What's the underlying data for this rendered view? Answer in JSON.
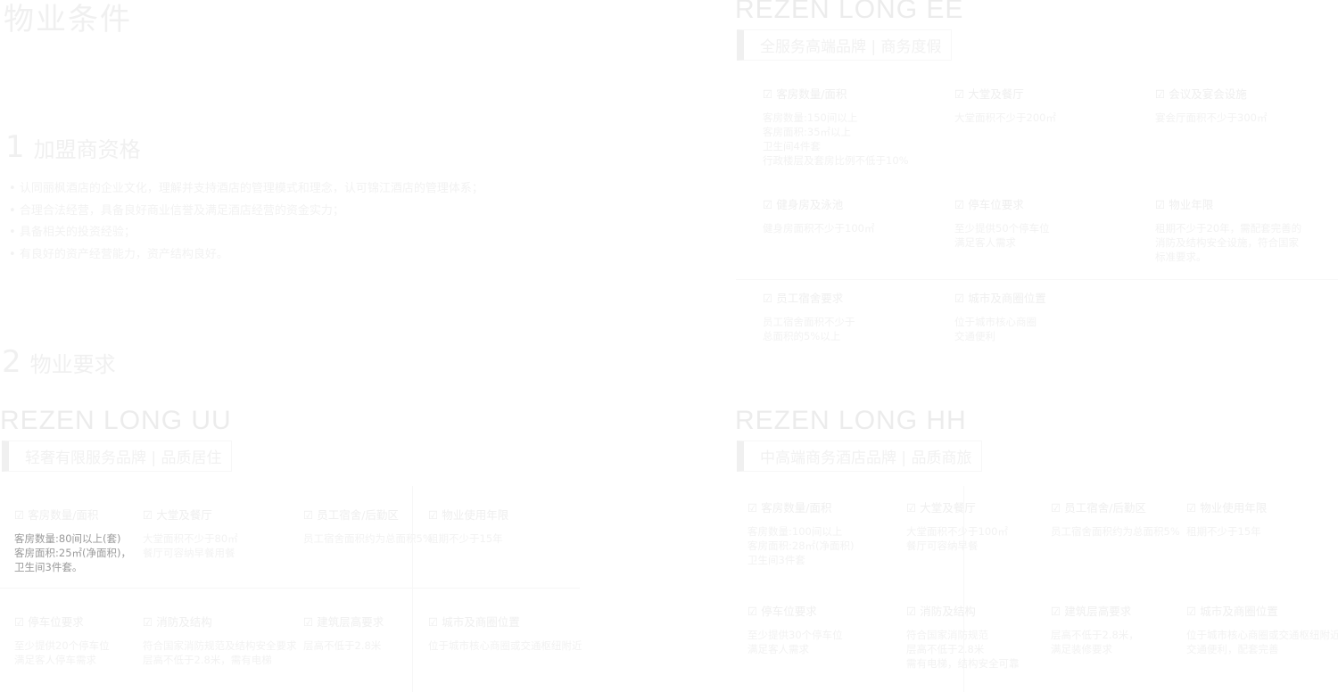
{
  "title": "物业条件",
  "section1": {
    "num": "1",
    "label": "加盟商资格",
    "bullets": [
      "认同丽枫酒店的企业文化，理解并支持酒店的管理模式和理念，认可锦江酒店的管理体系；",
      "合理合法经营，具备良好商业信誉及满足酒店经营的资金实力；",
      "具备相关的投资经验；",
      "有良好的资产经营能力，资产结构良好。"
    ]
  },
  "section2": {
    "num": "2",
    "label": "物业要求"
  },
  "uu": {
    "brand": "REZEN LONG UU",
    "tagline": "轻奢有限服务品牌 | 品质居住",
    "items": [
      {
        "h": "客房数量/面积",
        "d": "客房数量:80间以上(套)\n客房面积:25㎡(净面积)，\n卫生间3件套。"
      },
      {
        "h": "大堂及餐厅",
        "d": "大堂面积不少于80㎡\n餐厅可容纳早餐用餐"
      },
      {
        "h": "员工宿舍/后勤区",
        "d": "员工宿舍面积约为总面积5%"
      },
      {
        "h": "物业使用年限",
        "d": "租期不少于15年"
      },
      {
        "h": "停车位要求",
        "d": "至少提供20个停车位\n满足客人停车需求"
      },
      {
        "h": "消防及结构",
        "d": "符合国家消防规范及结构安全要求\n层高不低于2.8米，需有电梯"
      },
      {
        "h": "建筑层高要求",
        "d": "层高不低于2.8米"
      },
      {
        "h": "城市及商圈位置",
        "d": "位于城市核心商圈或交通枢纽附近"
      }
    ]
  },
  "ee": {
    "brand": "REZEN LONG EE",
    "tagline": "全服务高端品牌 | 商务度假",
    "items": [
      {
        "h": "客房数量/面积",
        "d": "客房数量:150间以上\n客房面积:35㎡以上\n卫生间4件套\n行政楼层及套房比例不低于10%"
      },
      {
        "h": "大堂及餐厅",
        "d": "大堂面积不少于200㎡"
      },
      {
        "h": "会议及宴会设施",
        "d": "宴会厅面积不少于300㎡"
      },
      {
        "h": "健身房及泳池",
        "d": "健身房面积不少于100㎡"
      },
      {
        "h": "停车位要求",
        "d": "至少提供50个停车位\n满足客人需求"
      },
      {
        "h": "物业年限",
        "d": "租期不少于20年，需配套完善的\n消防及结构安全设施，符合国家\n标准要求。"
      },
      {
        "h": "员工宿舍要求",
        "d": "员工宿舍面积不少于\n总面积的5%以上"
      },
      {
        "h": "城市及商圈位置",
        "d": "位于城市核心商圈\n交通便利"
      }
    ]
  },
  "hh": {
    "brand": "REZEN LONG HH",
    "tagline": "中高端商务酒店品牌 | 品质商旅",
    "items": [
      {
        "h": "客房数量/面积",
        "d": "客房数量:100间以上\n客房面积:28㎡(净面积)\n卫生间3件套"
      },
      {
        "h": "大堂及餐厅",
        "d": "大堂面积不少于100㎡\n餐厅可容纳早餐"
      },
      {
        "h": "员工宿舍/后勤区",
        "d": "员工宿舍面积约为总面积5%"
      },
      {
        "h": "物业使用年限",
        "d": "租期不少于15年"
      },
      {
        "h": "停车位要求",
        "d": "至少提供30个停车位\n满足客人需求"
      },
      {
        "h": "消防及结构",
        "d": "符合国家消防规范\n层高不低于2.8米\n需有电梯，结构安全可靠"
      },
      {
        "h": "建筑层高要求",
        "d": "层高不低于2.8米，\n满足装修要求"
      },
      {
        "h": "城市及商圈位置",
        "d": "位于城市核心商圈或交通枢纽附近\n交通便利，配套完善"
      }
    ]
  }
}
